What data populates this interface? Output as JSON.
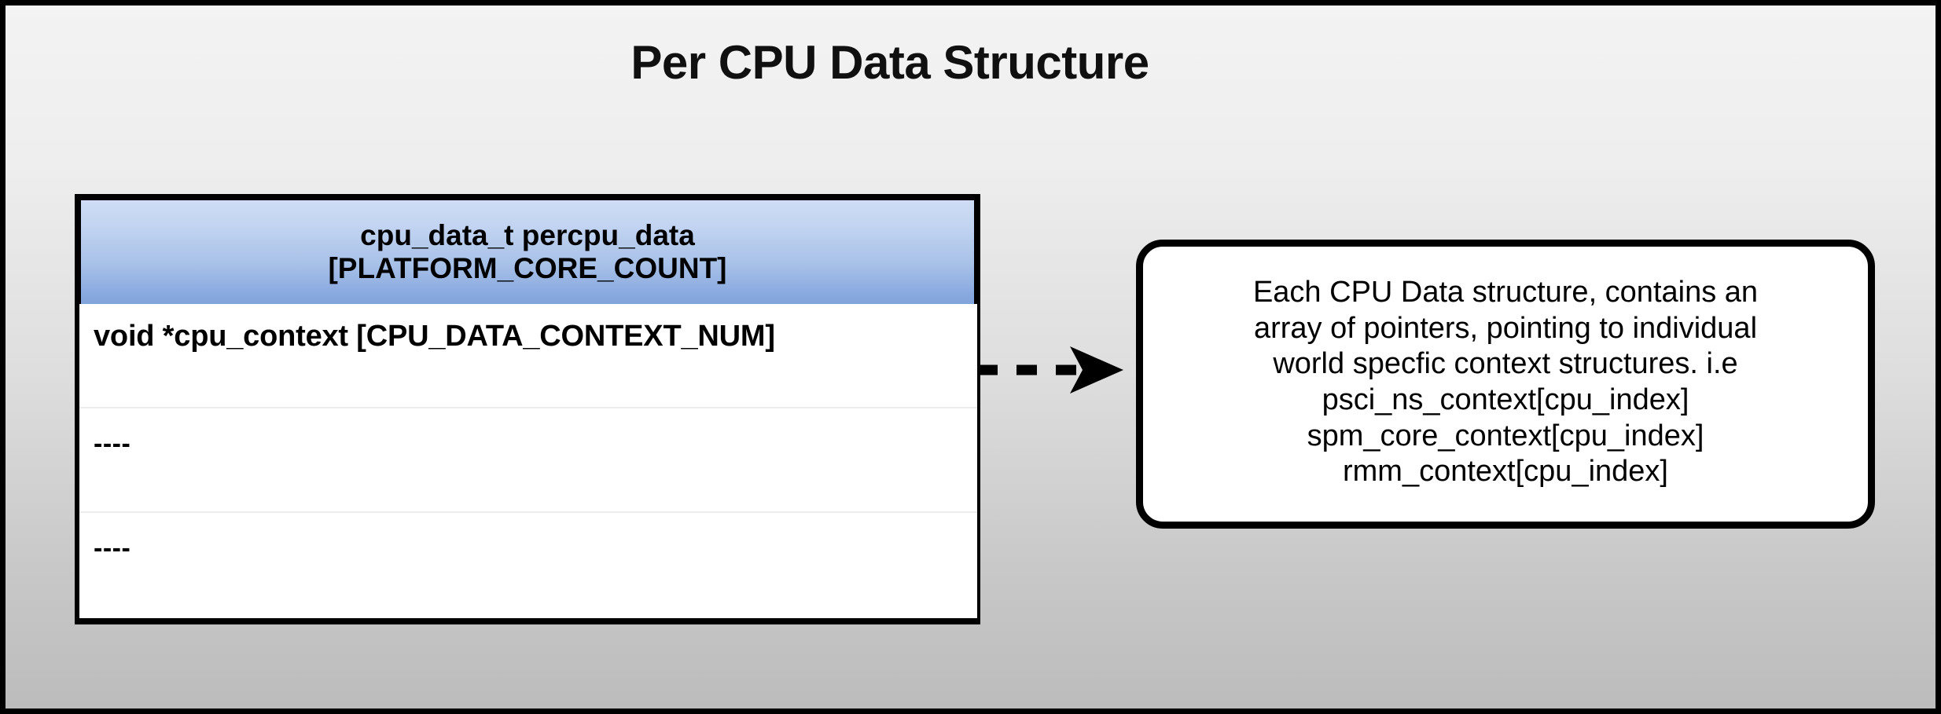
{
  "diagram": {
    "title": "Per CPU Data Structure",
    "background_top_color": "#f3f3f3",
    "background_bottom_color": "#bcbcbc",
    "border_color": "#000000"
  },
  "struct_table": {
    "header": {
      "line1": "cpu_data_t percpu_data",
      "line2": "[PLATFORM_CORE_COUNT]",
      "gradient_top_color": "#cfddf5",
      "gradient_bottom_color": "#7fa3db"
    },
    "rows": [
      {
        "text": "void *cpu_context [CPU_DATA_CONTEXT_NUM]",
        "style": "field"
      },
      {
        "text": "----",
        "style": "dashes"
      },
      {
        "text": "----",
        "style": "dashes"
      }
    ]
  },
  "connector": {
    "icon": "dashed-arrow-right-icon",
    "direction": "right",
    "style": "dashed",
    "color": "#000000"
  },
  "callout_note": {
    "lines": [
      "Each CPU Data structure, contains an",
      "array of pointers, pointing to individual",
      "world specfic context structures. i.e",
      "psci_ns_context[cpu_index]",
      "spm_core_context[cpu_index]",
      "rmm_context[cpu_index]"
    ],
    "border_color": "#000000",
    "background_color": "#ffffff"
  }
}
